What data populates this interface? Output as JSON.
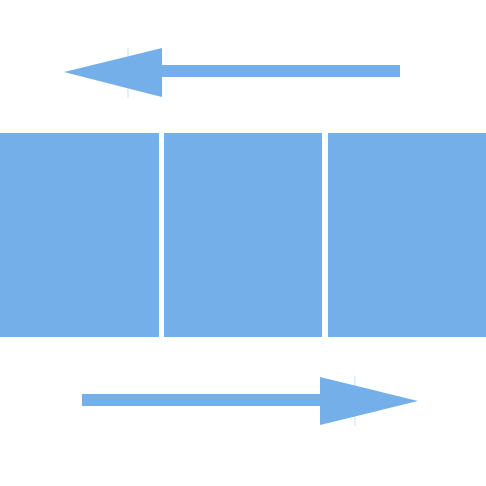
{
  "icon": {
    "name": "horizontal-swipe-panels-icon",
    "accent_color": "#74afe9",
    "panel_count": 3,
    "arrows": [
      {
        "name": "arrow-left",
        "direction": "left"
      },
      {
        "name": "arrow-right",
        "direction": "right"
      }
    ]
  }
}
